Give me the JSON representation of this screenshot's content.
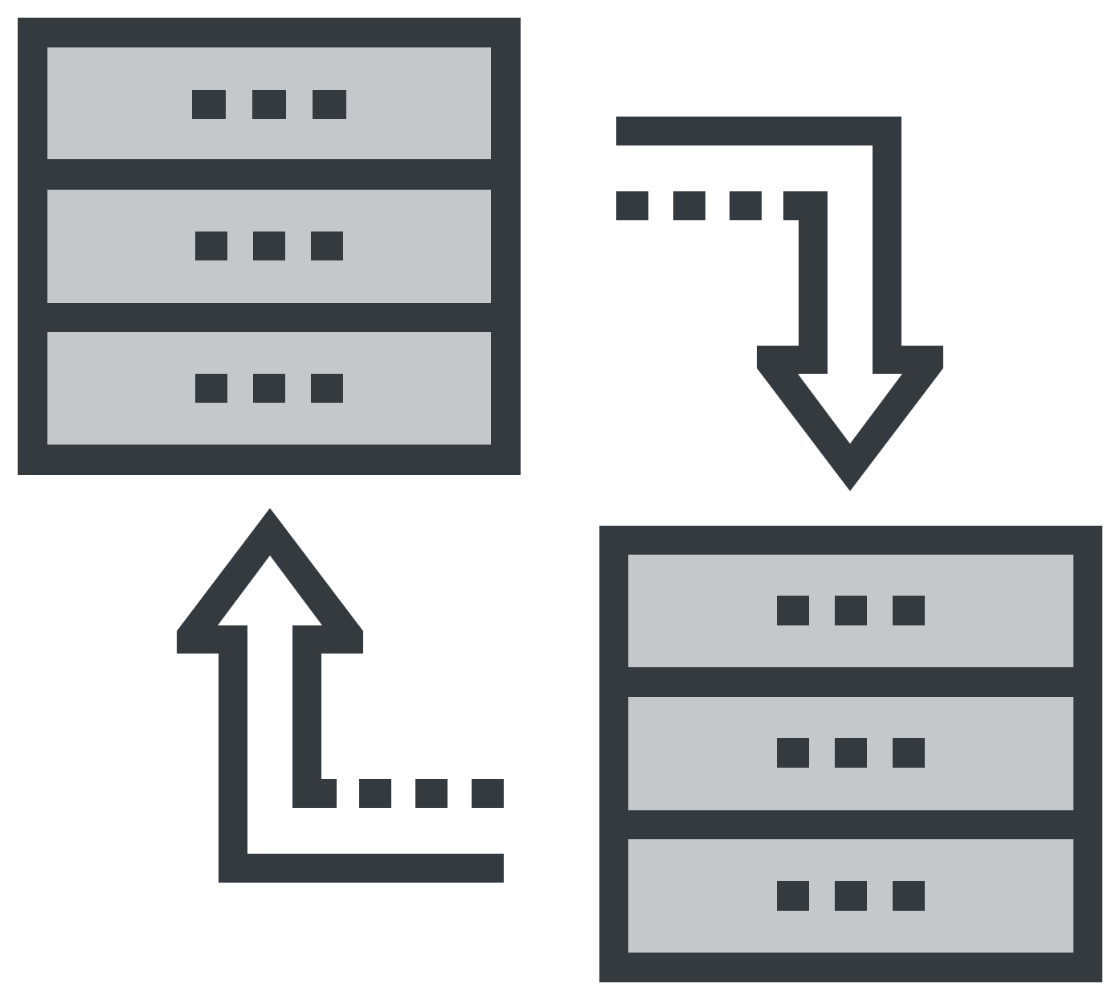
{
  "icon": {
    "name": "server-data-sync-icon",
    "colors": {
      "stroke": "#353a3f",
      "fill": "#c4c8cb",
      "background": "#ffffff"
    },
    "servers": [
      {
        "name": "server-top-left",
        "units": 3,
        "lights_per_unit": 3
      },
      {
        "name": "server-bottom-right",
        "units": 3,
        "lights_per_unit": 3
      }
    ],
    "arrows": [
      {
        "name": "arrow-down-icon",
        "direction": "down"
      },
      {
        "name": "arrow-up-icon",
        "direction": "up"
      }
    ]
  }
}
